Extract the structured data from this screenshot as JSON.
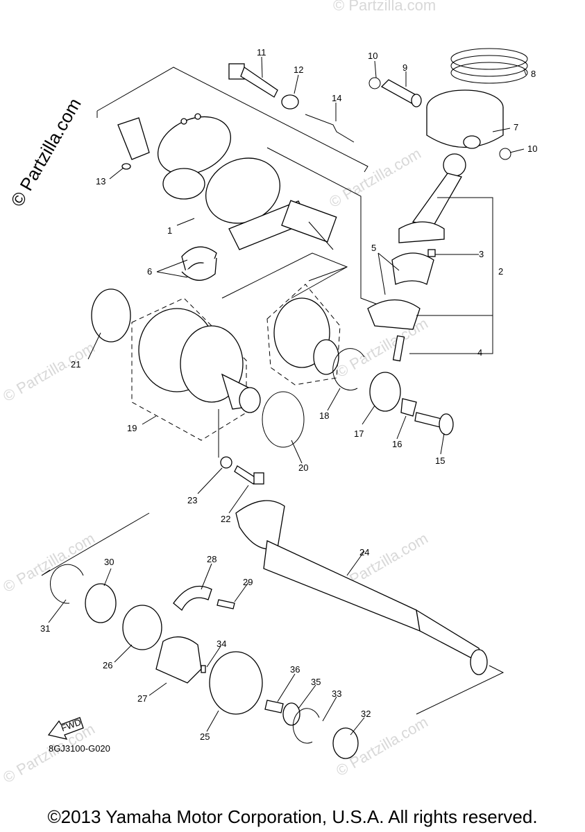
{
  "diagram": {
    "watermark_side": "© Partzilla.com",
    "watermark_bg": "© Partzilla.com",
    "fwd_label": "FWD",
    "code": "8GJ3100-G020",
    "copyright": "©2013 Yamaha Motor Corporation, U.S.A. All rights reserved.",
    "callouts": [
      "1",
      "2",
      "3",
      "4",
      "5",
      "6",
      "7",
      "8",
      "9",
      "10",
      "10",
      "11",
      "12",
      "13",
      "14",
      "15",
      "16",
      "17",
      "18",
      "19",
      "20",
      "21",
      "22",
      "23",
      "24",
      "25",
      "26",
      "27",
      "28",
      "29",
      "30",
      "31",
      "32",
      "33",
      "34",
      "35",
      "36"
    ]
  }
}
